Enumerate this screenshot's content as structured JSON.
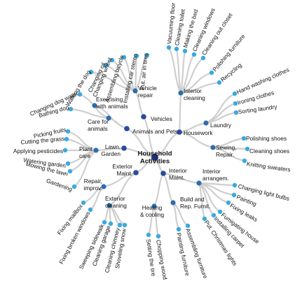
{
  "colors": {
    "root": "#1f2f7a",
    "level1": "#2a4b9b",
    "level2": "#2f6cb0",
    "leaf": "#3aa9df",
    "link": "#cfcfcf"
  },
  "tree": {
    "name": "Household Activities",
    "children": [
      {
        "name": "Vehicles",
        "children": [
          {
            "name": "Vehicle repair",
            "children": [
              {
                "name": "Walking the dog"
              },
              {
                "name": "Changing oil"
              },
              {
                "name": "Changing wheel"
              },
              {
                "name": "Assembling bicycle"
              },
              {
                "name": "Installing car stereo"
              },
              {
                "name": "Put. air in tires"
              }
            ]
          }
        ]
      },
      {
        "name": "Animals and Pets",
        "children": [
          {
            "name": "Exercising with animals"
          },
          {
            "name": "Care for animals",
            "children": [
              {
                "name": "Changing dog water"
              },
              {
                "name": "Bathing dog"
              }
            ]
          }
        ]
      },
      {
        "name": "Lawn, Garden",
        "children": [
          {
            "name": "Plant care",
            "children": [
              {
                "name": "Picking fruits"
              },
              {
                "name": "Cutting the grass"
              },
              {
                "name": "Applying pesticides"
              },
              {
                "name": "Watering garden"
              },
              {
                "name": "Mowing the lawn"
              },
              {
                "name": "Gardening"
              }
            ]
          }
        ]
      },
      {
        "name": "Exterior Maint.",
        "children": [
          {
            "name": "Repair, improv.",
            "children": [
              {
                "name": "Fixing mailbox"
              },
              {
                "name": "Fixing broken windows"
              }
            ]
          },
          {
            "name": "Exterior cleaning",
            "children": [
              {
                "name": "Sweeping sidewalk"
              },
              {
                "name": "Cleaning garage"
              },
              {
                "name": "Cleaning chimney"
              },
              {
                "name": "Shoveling snow"
              }
            ]
          }
        ]
      },
      {
        "name": "Interior Maint.",
        "children": [
          {
            "name": "Heating & cooling",
            "children": [
              {
                "name": "Setting the tire"
              },
              {
                "name": "Chopping wood"
              }
            ]
          },
          {
            "name": "Build and Rep. Furnit.",
            "children": [
              {
                "name": "Painting furniture"
              },
              {
                "name": "Assembling furniture"
              }
            ]
          },
          {
            "name": "Interior arrangem.",
            "children": [
              {
                "name": "Changing light bulbs"
              },
              {
                "name": "Painting"
              },
              {
                "name": "Fixing leaks"
              },
              {
                "name": "Fumigating house"
              },
              {
                "name": "Installing carpet"
              },
              {
                "name": "Put. Christmas lights"
              }
            ]
          }
        ]
      },
      {
        "name": "Housework",
        "children": [
          {
            "name": "Interior cleaning",
            "children": [
              {
                "name": "Vacuuming floor"
              },
              {
                "name": "Cleaning toilet"
              },
              {
                "name": "Making the bed"
              },
              {
                "name": "Cleaning windows"
              },
              {
                "name": "Cleaning out closet"
              },
              {
                "name": "Polishing furniture"
              },
              {
                "name": "Recycling"
              }
            ]
          },
          {
            "name": "Laundry",
            "children": [
              {
                "name": "Hand washing clothes"
              },
              {
                "name": "Ironing clothes"
              },
              {
                "name": "Sorting laundry"
              }
            ]
          },
          {
            "name": "Sewing, Repair.",
            "children": [
              {
                "name": "Polishing shoes"
              },
              {
                "name": "Cleaning shoes"
              },
              {
                "name": "Knitting sweaters"
              }
            ]
          }
        ]
      }
    ]
  }
}
